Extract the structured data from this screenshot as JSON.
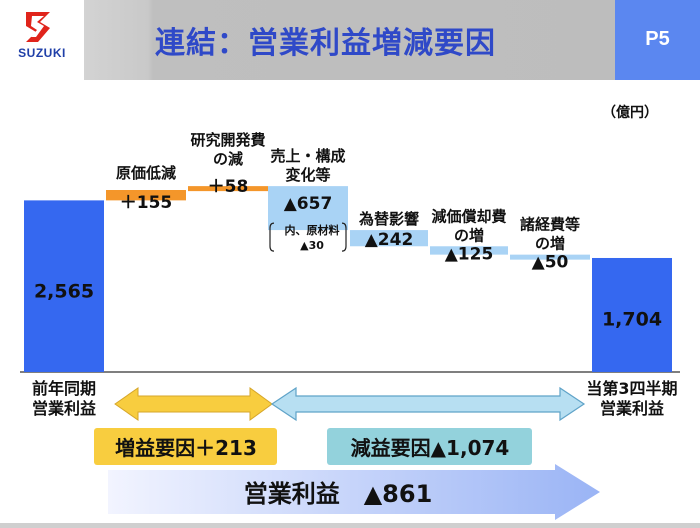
{
  "header": {
    "logo_text": "SUZUKI",
    "title": "連結：営業利益増減要因",
    "page": "P5"
  },
  "unit": "（億円）",
  "colors": {
    "total": "#3568f0",
    "increase": "#f4962a",
    "decrease": "#a9d3f5",
    "plus_box": "#f8cd3f",
    "minus_box": "#93d2dc",
    "net_arrow_start": "#f2f4ff",
    "net_arrow_end": "#9ab4f5"
  },
  "chart_data": {
    "type": "waterfall",
    "bars": [
      {
        "kind": "total",
        "label": [
          "前年同期",
          "営業利益"
        ],
        "value": 2565,
        "text": "2,565"
      },
      {
        "kind": "increase",
        "label": [
          "原価低減"
        ],
        "value": 155,
        "text": "＋155"
      },
      {
        "kind": "increase",
        "label": [
          "研究開発費",
          "の減"
        ],
        "value": 58,
        "text": "＋58"
      },
      {
        "kind": "decrease",
        "label": [
          "売上・構成",
          "変化等"
        ],
        "value": -657,
        "text": "▲657",
        "note": [
          "内、原材料",
          "▲30"
        ]
      },
      {
        "kind": "decrease",
        "label": [
          "為替影響"
        ],
        "value": -242,
        "text": "▲242"
      },
      {
        "kind": "decrease",
        "label": [
          "減価償却費",
          "の増"
        ],
        "value": -125,
        "text": "▲125"
      },
      {
        "kind": "decrease",
        "label": [
          "諸経費等",
          "の増"
        ],
        "value": -50,
        "text": "▲50"
      },
      {
        "kind": "total",
        "label": [
          "当第3四半期",
          "営業利益"
        ],
        "value": 1704,
        "text": "1,704"
      }
    ]
  },
  "summary": {
    "plus_label": "増益要因＋213",
    "minus_label": "減益要因▲1,074",
    "net_label": "営業利益　▲861"
  }
}
